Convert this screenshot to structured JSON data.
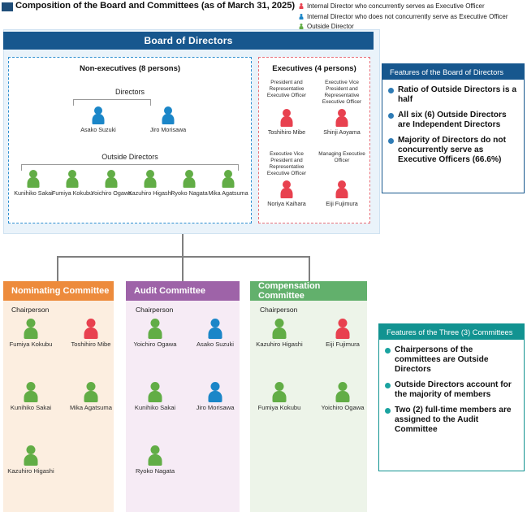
{
  "header": {
    "title": "Composition of the Board and Committees (as of March 31, 2025)",
    "legend": [
      {
        "color": "#E8414F",
        "label": "Internal Director who concurrently serves as  Executive Officer"
      },
      {
        "color": "#1B86C8",
        "label": "Internal Director who does not concurrently serve as Executive Officer"
      },
      {
        "color": "#62AD46",
        "label": "Outside Director"
      }
    ]
  },
  "board": {
    "title": "Board of Directors",
    "nonexecutives": {
      "title": "Non-executives (8 persons)",
      "directors_label": "Directors",
      "directors": [
        {
          "name": "Asako Suzuki",
          "color": "#1B86C8"
        },
        {
          "name": "Jiro Morisawa",
          "color": "#1B86C8"
        }
      ],
      "outside_label": "Outside Directors",
      "outside": [
        {
          "name": "Kunihiko Sakai",
          "color": "#62AD46"
        },
        {
          "name": "Fumiya Kokubu",
          "color": "#62AD46"
        },
        {
          "name": "Yoichiro Ogawa",
          "color": "#62AD46"
        },
        {
          "name": "Kazuhiro Higashi",
          "color": "#62AD46"
        },
        {
          "name": "Ryoko Nagata",
          "color": "#62AD46"
        },
        {
          "name": "Mika Agatsuma",
          "color": "#62AD46"
        }
      ]
    },
    "executives": {
      "title": "Executives (4 persons)",
      "people": [
        {
          "role": "President and Representative Executive Officer",
          "name": "Toshihiro Mibe",
          "color": "#E8414F"
        },
        {
          "role": "Executive Vice President and Representative Executive Officer",
          "name": "Shinji Aoyama",
          "color": "#E8414F"
        },
        {
          "role": "Executive Vice President and Representative Executive Officer",
          "name": "Noriya Kaihara",
          "color": "#E8414F"
        },
        {
          "role": "Managing Executive Officer",
          "name": "Eiji Fujimura",
          "color": "#E8414F"
        }
      ]
    }
  },
  "features_board": {
    "title": "Features of the Board of Directors",
    "items": [
      "Ratio of Outside Directors is a half",
      "All six (6) Outside Directors are Independent Directors",
      "Majority of Directors do not concurrently serve as Executive Officers (66.6%)"
    ]
  },
  "features_committees": {
    "title": "Features of the Three (3) Committees",
    "items": [
      "Chairpersons of the committees are Outside Directors",
      "Outside Directors account for the majority of members",
      "Two (2) full-time members are assigned to the Audit Committee"
    ]
  },
  "committees": [
    {
      "name": "Nominating Committee",
      "chairperson_label": "Chairperson",
      "members": [
        {
          "name": "Fumiya Kokubu",
          "color": "#62AD46"
        },
        {
          "name": "Toshihiro Mibe",
          "color": "#E8414F"
        },
        {
          "name": "Kunihiko Sakai",
          "color": "#62AD46"
        },
        {
          "name": "Mika Agatsuma",
          "color": "#62AD46"
        },
        {
          "name": "Kazuhiro Higashi",
          "color": "#62AD46"
        }
      ]
    },
    {
      "name": "Audit Committee",
      "chairperson_label": "Chairperson",
      "members": [
        {
          "name": "Yoichiro Ogawa",
          "color": "#62AD46"
        },
        {
          "name": "Asako Suzuki",
          "color": "#1B86C8"
        },
        {
          "name": "Kunihiko Sakai",
          "color": "#62AD46"
        },
        {
          "name": "Jiro Morisawa",
          "color": "#1B86C8"
        },
        {
          "name": "Ryoko Nagata",
          "color": "#62AD46"
        }
      ]
    },
    {
      "name": "Compensation Committee",
      "chairperson_label": "Chairperson",
      "members": [
        {
          "name": "Kazuhiro Higashi",
          "color": "#62AD46"
        },
        {
          "name": "Eiji Fujimura",
          "color": "#E8414F"
        },
        {
          "name": "Fumiya Kokubu",
          "color": "#62AD46"
        },
        {
          "name": "Yoichiro Ogawa",
          "color": "#62AD46"
        }
      ]
    }
  ]
}
